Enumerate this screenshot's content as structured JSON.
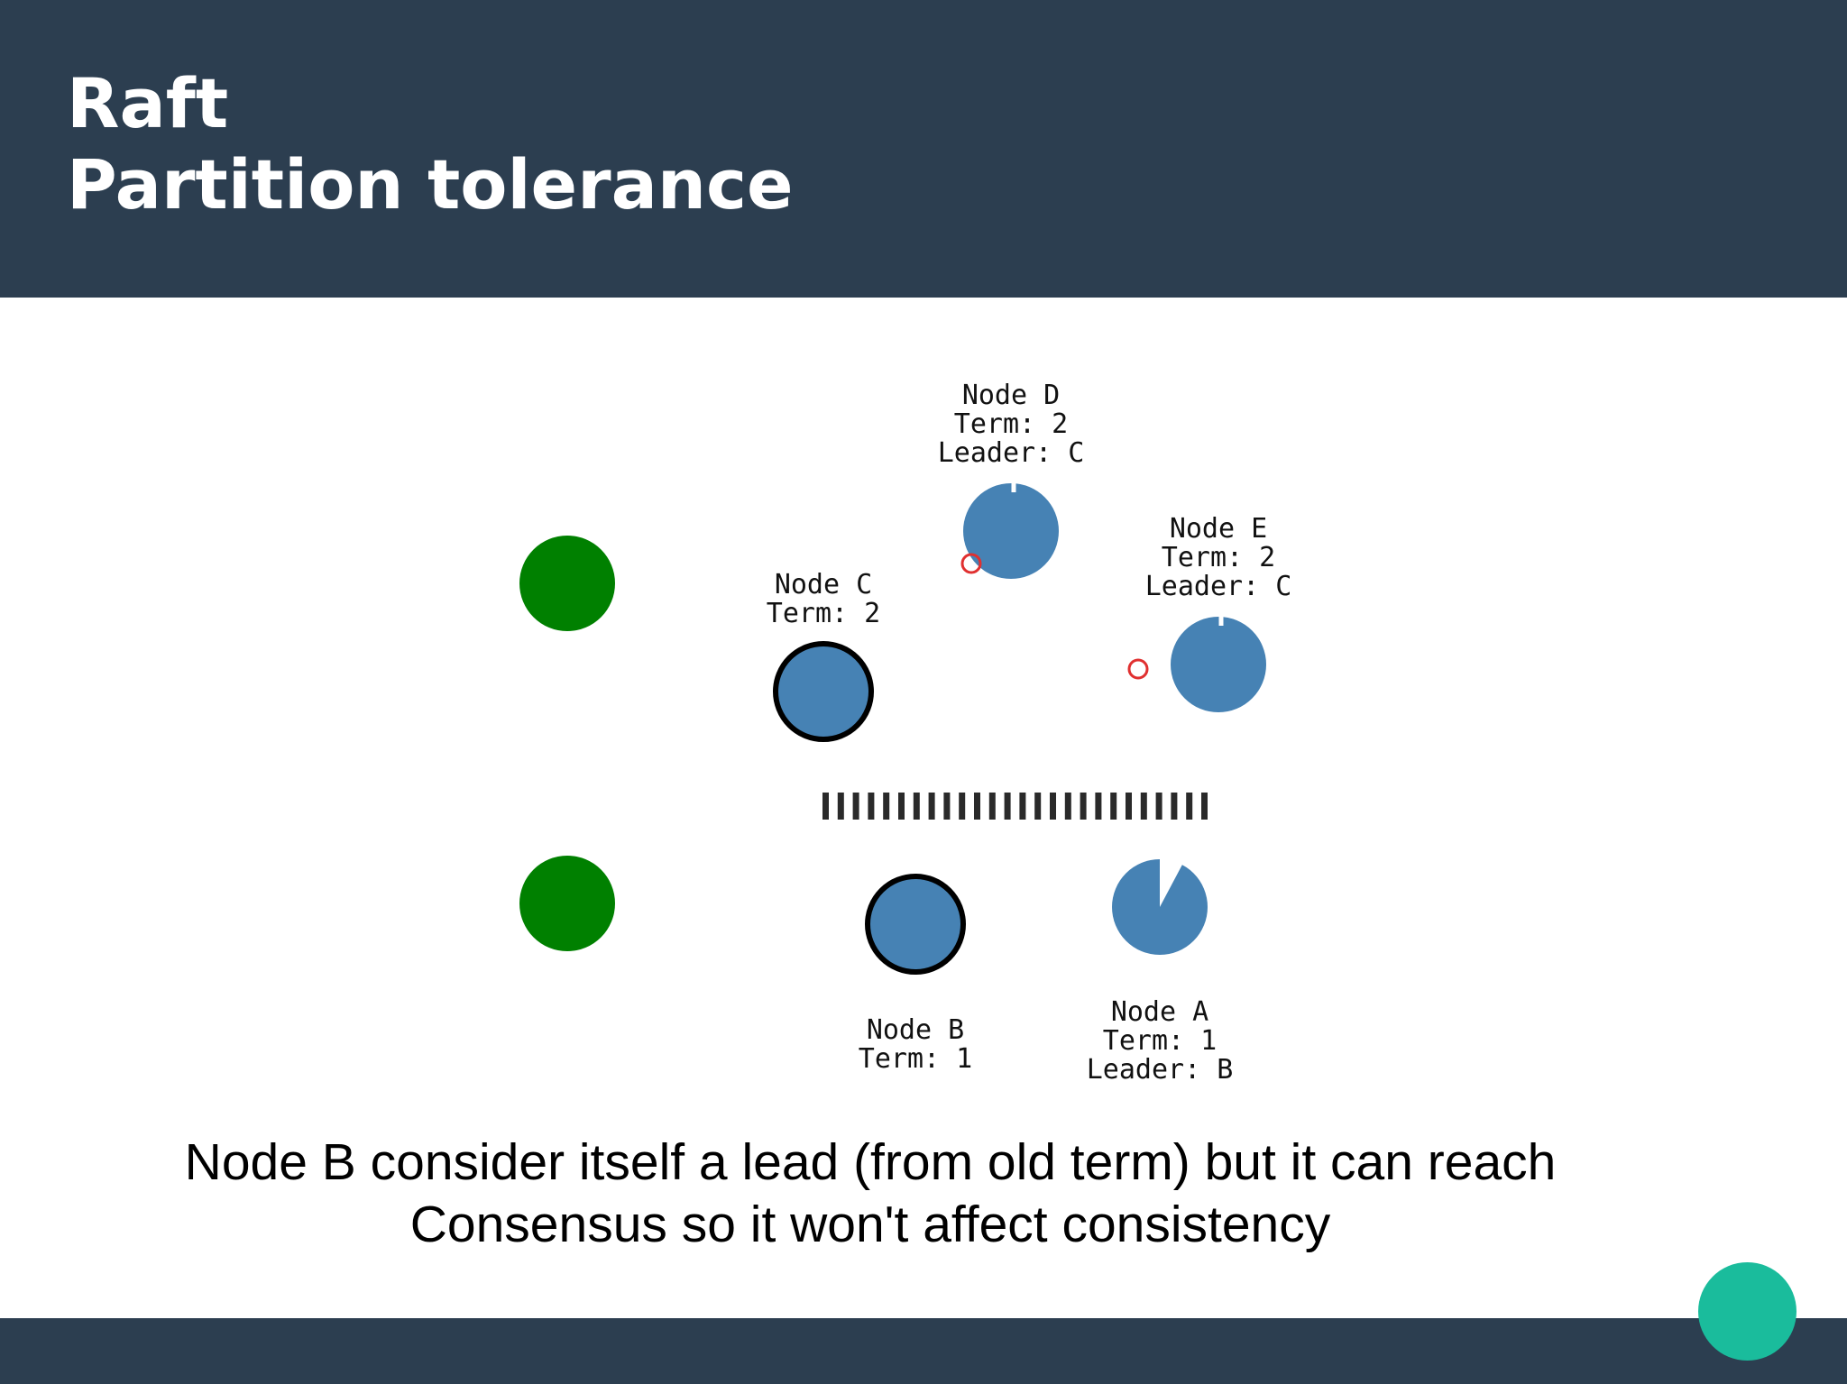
{
  "slide": {
    "title_line1": "Raft",
    "title_line2": "Partition tolerance",
    "caption_line1": "Node B consider itself a lead (from old term) but it can reach",
    "caption_line2": "Consensus so it won't affect consistency"
  },
  "colors": {
    "header": "#2c3e50",
    "node": "#4682b4",
    "client": "#008000",
    "message": "#e03030",
    "accent": "#1abc9c"
  },
  "nodes": {
    "d": {
      "line1": "Node D",
      "line2": "Term: 2",
      "line3": "Leader: C"
    },
    "e": {
      "line1": "Node E",
      "line2": "Term: 2",
      "line3": "Leader: C"
    },
    "c": {
      "line1": "Node C",
      "line2": "Term: 2"
    },
    "b": {
      "line1": "Node B",
      "line2": "Term: 1"
    },
    "a": {
      "line1": "Node A",
      "line2": "Term: 1",
      "line3": "Leader: B"
    }
  }
}
